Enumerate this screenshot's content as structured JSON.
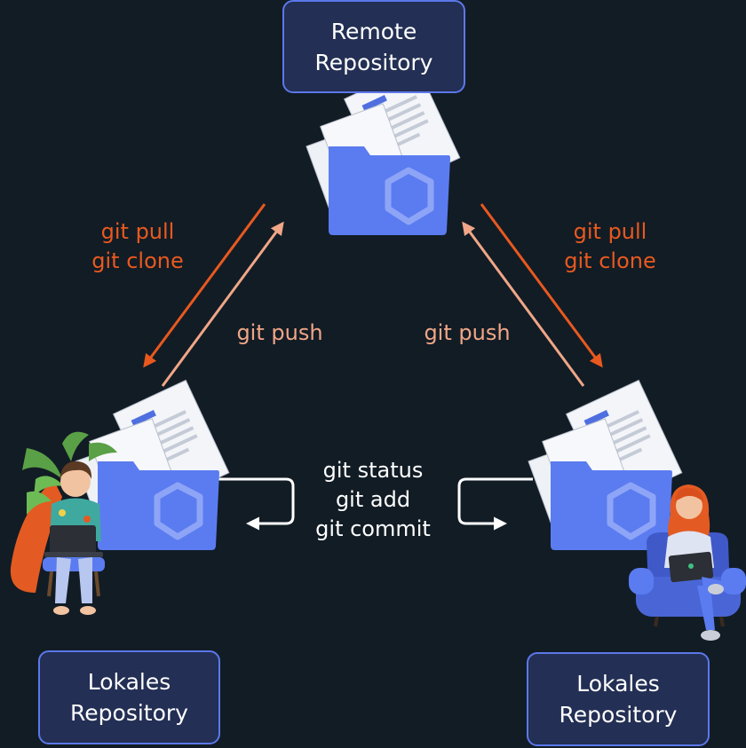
{
  "remote": {
    "line1": "Remote",
    "line2": "Repository"
  },
  "local_left": {
    "line1": "Lokales",
    "line2": "Repository"
  },
  "local_right": {
    "line1": "Lokales",
    "line2": "Repository"
  },
  "left_pull": {
    "line1": "git pull",
    "line2": "git clone"
  },
  "right_pull": {
    "line1": "git pull",
    "line2": "git clone"
  },
  "left_push": "git push",
  "right_push": "git push",
  "local_commands": {
    "line1": "git status",
    "line2": "git add",
    "line3": "git commit"
  },
  "colors": {
    "background": "#121c25",
    "box_fill": "#232f54",
    "box_border": "#5b78ea",
    "pull_arrow": "#e8591f",
    "push_arrow": "#f0a687",
    "folder": "#5b7cf0"
  },
  "icons": [
    "folder-with-documents-icon",
    "person-with-laptop-illustration",
    "hexagon-logo-icon"
  ]
}
